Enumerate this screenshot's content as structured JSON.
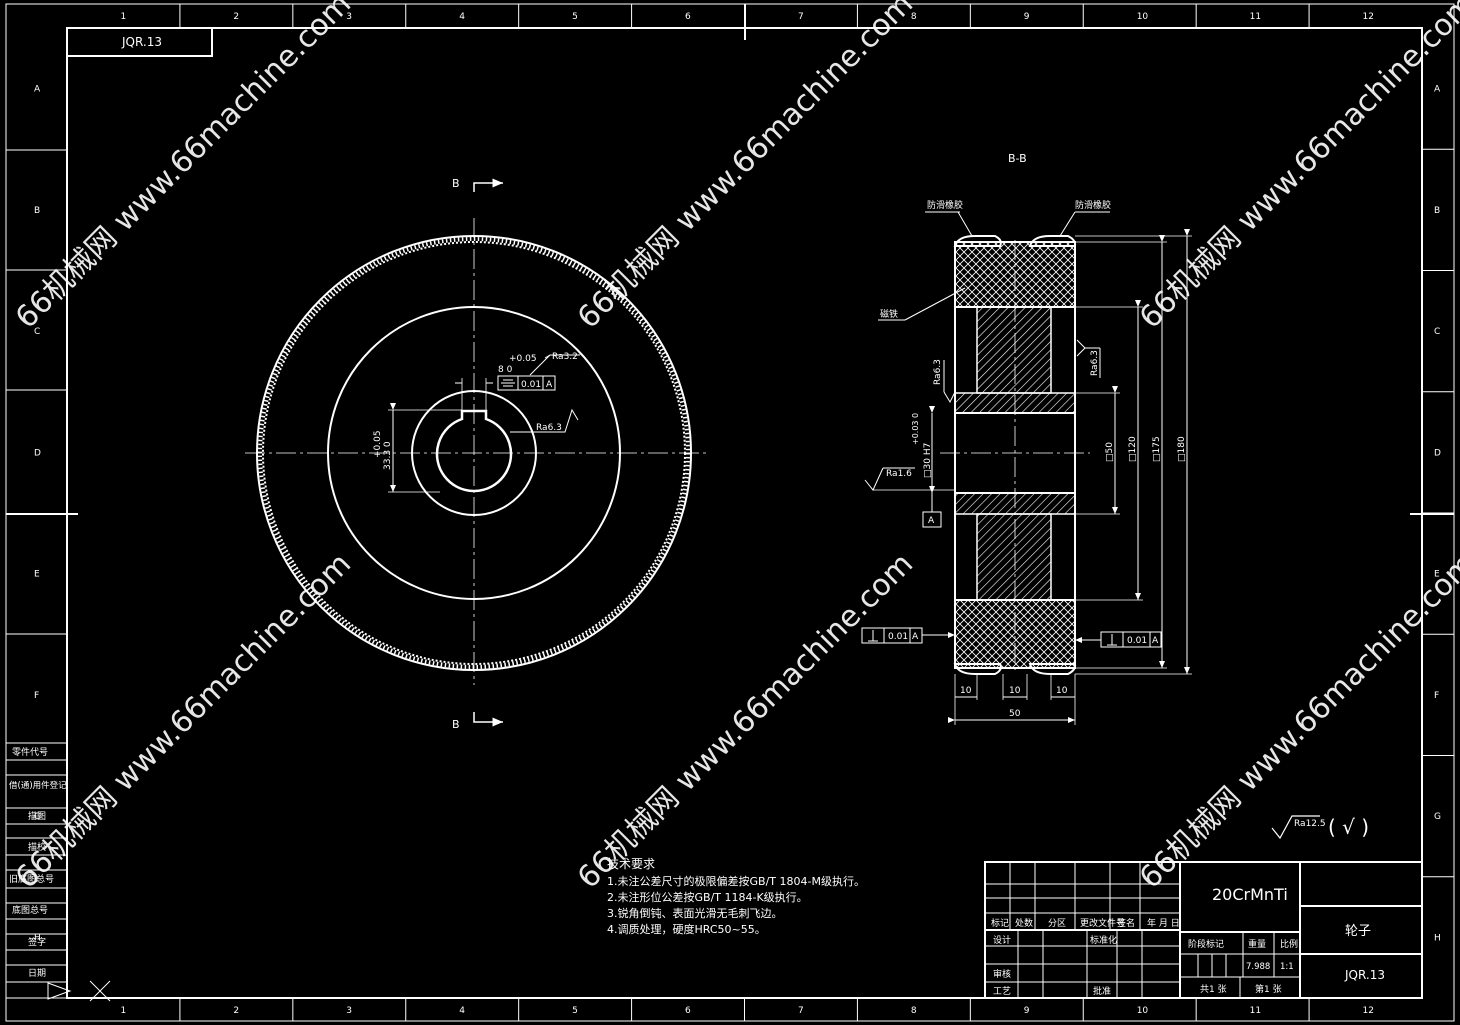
{
  "drawing_number_top": "JQR.13",
  "section_label": "B-B",
  "section_marks": [
    "B",
    "B"
  ],
  "col_numbers": [
    "1",
    "2",
    "3",
    "4",
    "5",
    "6",
    "7",
    "8",
    "9",
    "10",
    "11",
    "12"
  ],
  "row_letters": [
    "A",
    "B",
    "C",
    "D",
    "E",
    "F",
    "G",
    "H"
  ],
  "left_strip": [
    "零件代号",
    "借(通)用件登记",
    "描图",
    "描校",
    "旧底图总号",
    "底图总号",
    "签字",
    "日期"
  ],
  "front_view": {
    "key_width": "8  0",
    "key_tol": "+0.05",
    "key_ra": "Ra3.2",
    "key_fcf_tol": "0.01",
    "key_fcf_datum": "A",
    "hub_dim": "33.3 0",
    "hub_tol": "+0.05",
    "bore_ra": "Ra6.3"
  },
  "section_view": {
    "label_antiskid_left": "防滑橡胶",
    "label_antiskid_right": "防滑橡胶",
    "label_magnet": "磁铁",
    "ra_left": "Ra6.3",
    "ra_right": "Ra6.3",
    "ra_bore": "Ra1.6",
    "bore_dim": "□30 H7",
    "bore_tol": "+0.03 0",
    "datum": "A",
    "dims_vertical": [
      "□50",
      "□120",
      "□175",
      "□180"
    ],
    "dims_bottom": [
      "10",
      "10",
      "10"
    ],
    "dim_total": "50",
    "fcf_left_tol": "0.01",
    "fcf_left_datum": "A",
    "fcf_right_tol": "0.01",
    "fcf_right_datum": "A"
  },
  "roughness": {
    "ra": "Ra12.5",
    "check": "( √ )"
  },
  "tech_req": {
    "title": "技术要求",
    "lines": [
      "1.未注公差尺寸的极限偏差按GB/T 1804-M级执行。",
      "2.未注形位公差按GB/T 1184-K级执行。",
      "3.锐角倒钝、表面光滑无毛刺飞边。",
      "4.调质处理，硬度HRC50~55。"
    ]
  },
  "title_block": {
    "material": "20CrMnTi",
    "part_name": "轮子",
    "drawing_number": "JQR.13",
    "headers": [
      "标记",
      "处数",
      "分区",
      "更改文件号",
      "签名",
      "年 月 日"
    ],
    "design": "设计",
    "standard": "标准化",
    "review": "审核",
    "process": "工艺",
    "approve": "批准",
    "stage_mark": "阶段标记",
    "weight": "重量",
    "scale": "比例",
    "weight_value": "7.988",
    "scale_value": "1:1",
    "total_sheets": "共1 张",
    "sheet_no": "第1 张"
  },
  "watermarks": [
    "66机械网 www.66machine.com"
  ]
}
